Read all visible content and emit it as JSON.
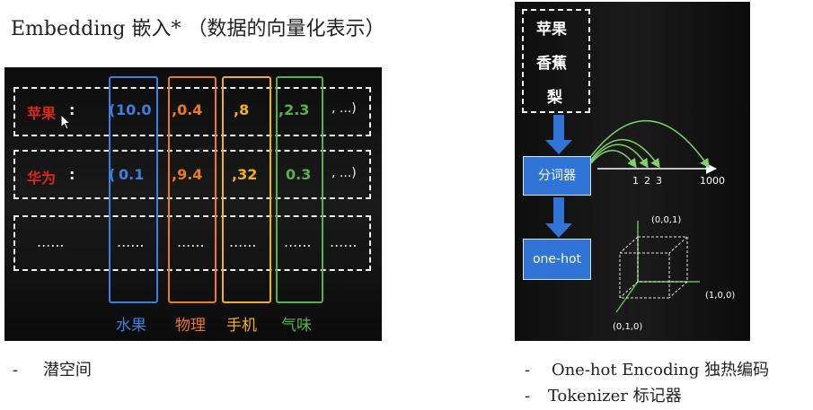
{
  "title": "Embedding 嵌入* （数据的向量化表示）",
  "colors": {
    "blue": "#3f7fe0",
    "orange": "#ee7a1e",
    "yellow": "#f1b11d",
    "green": "#58b24a",
    "red": "#d62a16",
    "white": "#f0f0f0"
  },
  "rows": [
    {
      "word": "苹果",
      "colon": ":",
      "values": [
        "10.0",
        ",0.4",
        ",8",
        ",2.3"
      ],
      "more": ", ...)"
    },
    {
      "word": "华为",
      "colon": ":",
      "values": [
        "0.1",
        ",9.4",
        ",32",
        "0.3"
      ],
      "more": ", ...)"
    },
    {
      "word": "......",
      "colon": "",
      "values": [
        "......",
        "......",
        "......",
        "......"
      ],
      "more": "......"
    }
  ],
  "row_brackets": [
    "(",
    "("
  ],
  "columns": [
    "水果",
    "物理",
    "手机",
    "气味"
  ],
  "left_caption_dash": "-",
  "left_caption": "潜空间",
  "right": {
    "word_lines": [
      "苹果",
      "香蕉",
      "梨"
    ],
    "tokenizer_label": "分词器",
    "onehot_label": "one-hot",
    "axis_ticks": [
      "1",
      "2",
      "3",
      "1000"
    ],
    "cube_labels": [
      "(0,0,1)",
      "(1,0,0)",
      "(0,1,0)"
    ]
  },
  "right_bullets": [
    {
      "dash": "-",
      "text": "One-hot Encoding 独热编码"
    },
    {
      "dash": "-",
      "text": "Tokenizer 标记器"
    }
  ]
}
